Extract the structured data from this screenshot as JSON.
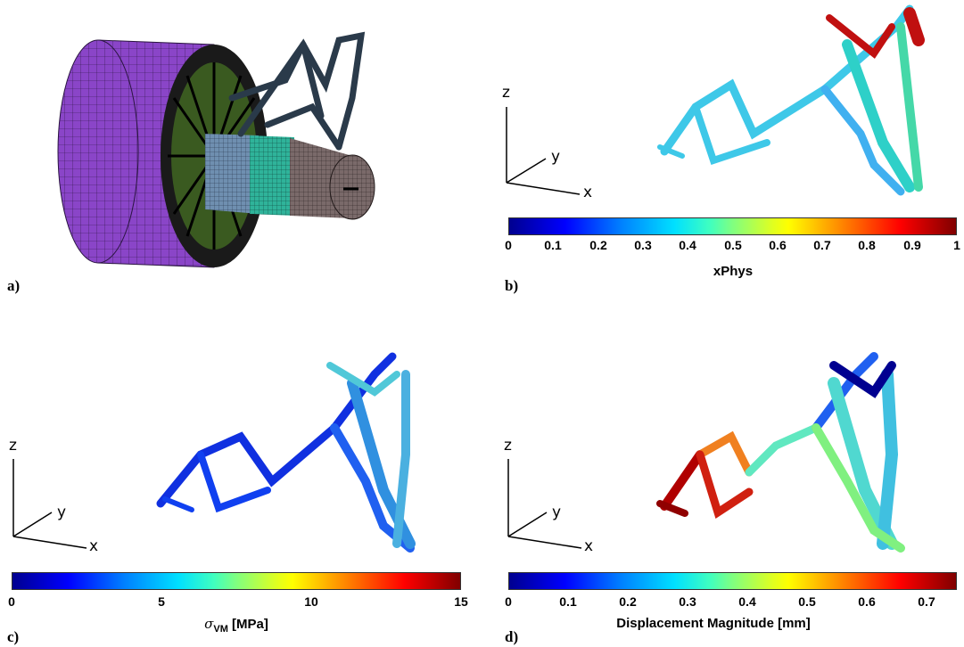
{
  "panels": {
    "a": {
      "letter": "a)"
    },
    "b": {
      "letter": "b)",
      "colorbar_label": "xPhys",
      "ticks": [
        "0",
        "0.1",
        "0.2",
        "0.3",
        "0.4",
        "0.5",
        "0.6",
        "0.7",
        "0.8",
        "0.9",
        "1"
      ]
    },
    "c": {
      "letter": "c)",
      "colorbar_label_sym": "σ",
      "colorbar_label_sub": "VM",
      "colorbar_label_rest": " [MPa]",
      "ticks": [
        "0",
        "5",
        "10",
        "15"
      ]
    },
    "d": {
      "letter": "d)",
      "colorbar_label": "Displacement Magnitude [mm]",
      "ticks": [
        "0",
        "0.1",
        "0.2",
        "0.3",
        "0.4",
        "0.5",
        "0.6",
        "0.7"
      ]
    }
  },
  "axes": {
    "x": "x",
    "y": "y",
    "z": "z"
  },
  "colors": {
    "cylinder": "#8a45c8",
    "mesh_line": "#2a1540",
    "structure": "#2a3a4a",
    "shaft_blue": "#6f8fb0",
    "shaft_teal": "#2fb39a",
    "shaft_brown": "#7a6a6a"
  }
}
